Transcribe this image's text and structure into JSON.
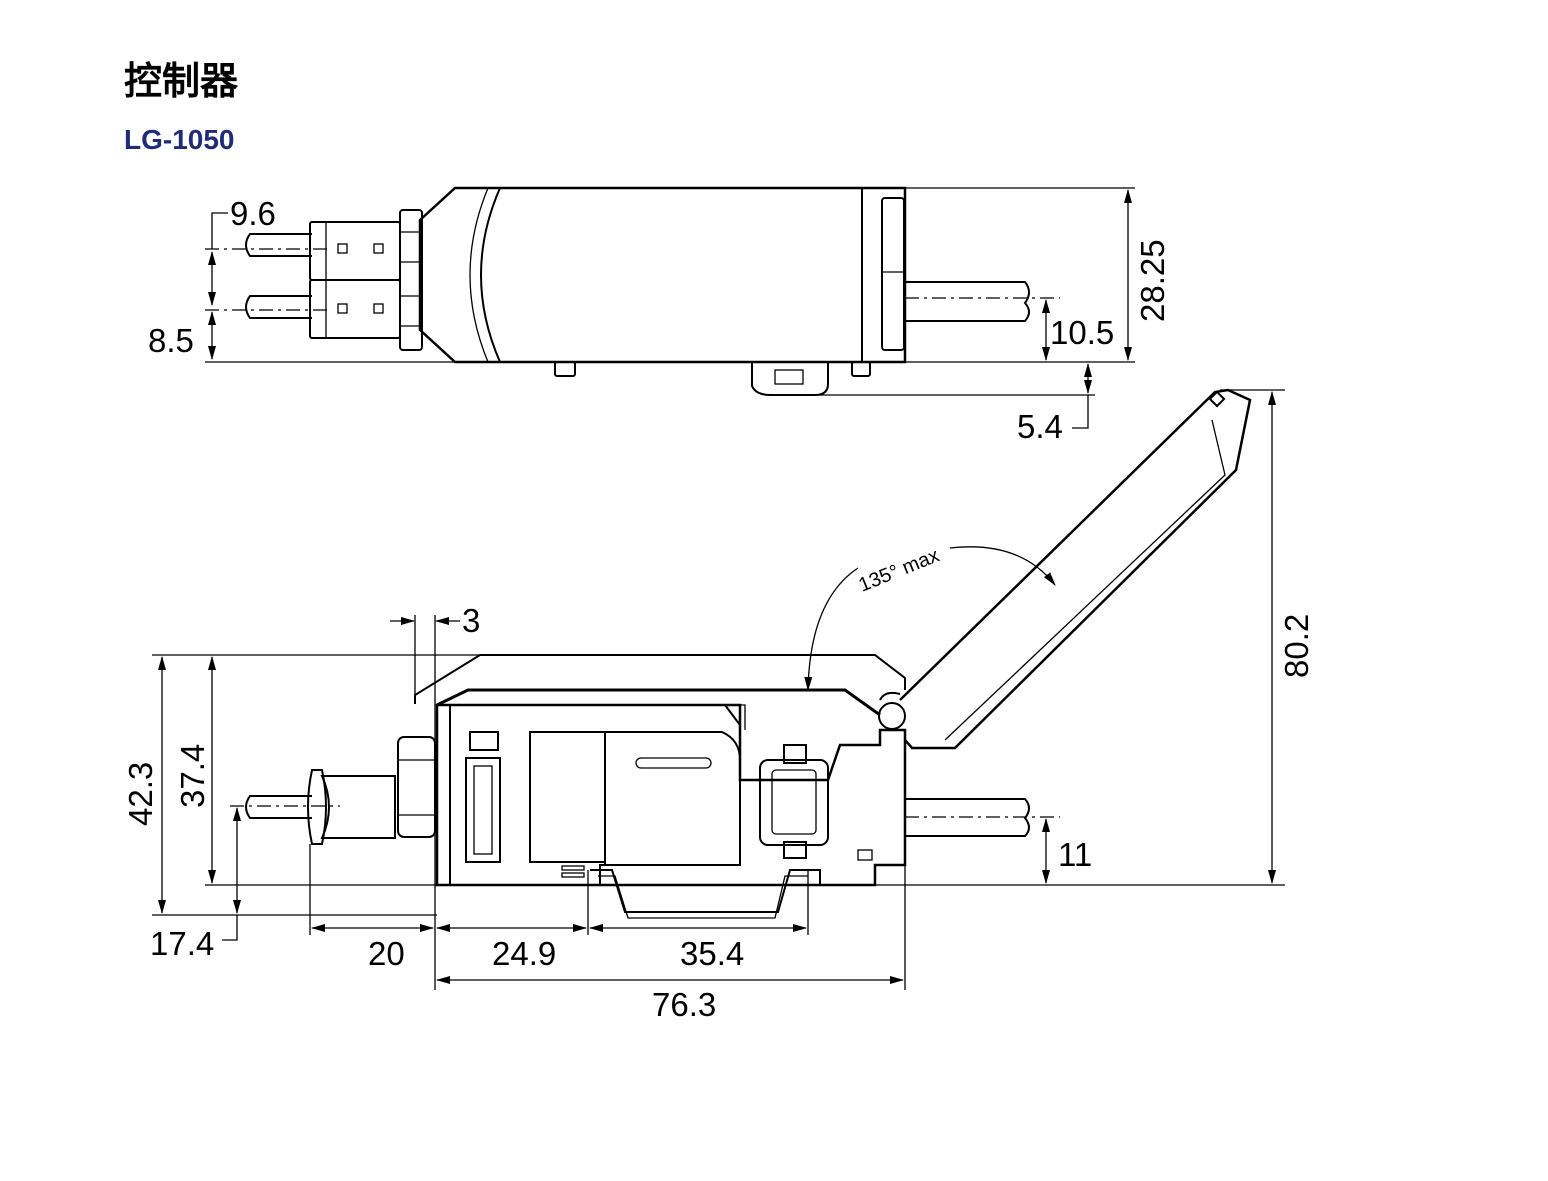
{
  "header": {
    "title": "控制器",
    "model": "LG-1050"
  },
  "colors": {
    "model_text": "#1f2d78",
    "lines": "#000000"
  },
  "dimensions": {
    "top_view": {
      "pitch": "9.6",
      "lower_offset": "8.5",
      "height": "28.25",
      "cable_height": "10.5",
      "clip_depth": "5.4"
    },
    "side_view": {
      "cover_gap": "3",
      "overall_height": "42.3",
      "body_height": "37.4",
      "cable_axis": "17.4",
      "connector_length": "20",
      "front_to_rail": "24.9",
      "rail_span": "35.4",
      "total_length": "76.3",
      "right_cable": "11",
      "open_height": "80.2",
      "cover_angle": "135° max"
    }
  }
}
